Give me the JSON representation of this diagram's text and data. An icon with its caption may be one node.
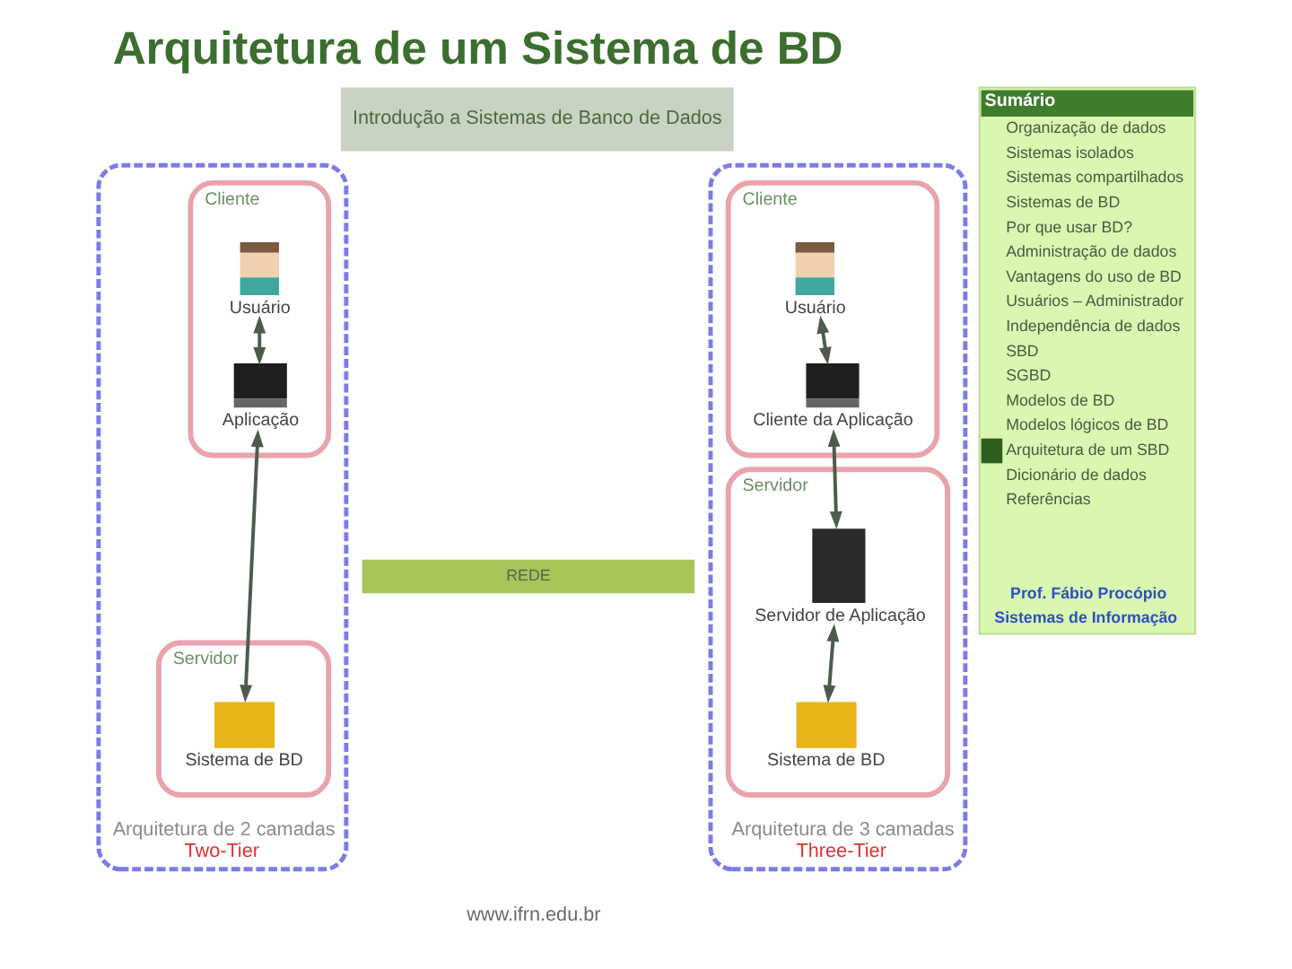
{
  "diagram": {
    "title": "Arquitetura de um Sistema de BD",
    "nodes": [
      {
        "text": [
          "Arquitetura de 2 camadas",
          "Two-Tier"
        ]
      },
      {
        "text": [
          "Cliente"
        ],
        "in": 0
      },
      {
        "text": [
          "Usuário"
        ],
        "in": 1
      },
      {
        "text": [
          "Aplicação"
        ],
        "in": 1
      },
      {
        "text": [
          "Servidor"
        ],
        "in": 0
      },
      {
        "text": [
          "Sistema de BD"
        ],
        "in": 4
      },
      {
        "text": [
          "Arquitetura de 3 camadas",
          "Three-Tier"
        ]
      },
      {
        "text": [
          "Cliente"
        ],
        "in": 6
      },
      {
        "text": [
          "Usuário"
        ],
        "in": 7
      },
      {
        "text": [
          "Cliente da Aplicação"
        ],
        "in": 7
      },
      {
        "text": [
          "Servidor"
        ],
        "in": 6
      },
      {
        "text": [
          "Servidor de Aplicação"
        ],
        "in": 10
      },
      {
        "text": [
          "Sistema de BD"
        ],
        "in": 10
      },
      {
        "text": [
          "REDE"
        ]
      },
      {
        "text": [
          "Sumário",
          "Organização de dados",
          "Sistemas isolados",
          "Sistemas compartilhados",
          "Sistemas de BD",
          "Por que usar BD?",
          "Administração de dados",
          "Vantagens do uso de BD",
          "Usuários – Administrador",
          "Independência de dados",
          "SBD",
          "SGBD",
          "Modelos de BD",
          "Modelos lógicos de BD",
          "Arquitetura de um SBD",
          "Dicionário de dados",
          "Referências",
          "Prof. Fábio Procópio",
          "Sistemas de Informação"
        ]
      }
    ],
    "edges": [
      {
        "from": 2,
        "to": 3,
        "arrow": "both"
      },
      {
        "from": 3,
        "to": 5,
        "arrow": "both"
      },
      {
        "from": 8,
        "to": 9,
        "arrow": "both"
      },
      {
        "from": 9,
        "to": 11,
        "arrow": "both"
      },
      {
        "from": 11,
        "to": 12,
        "arrow": "both"
      }
    ],
    "labels": [
      "Introdução a Sistemas de Banco de Dados",
      "www.ifrn.edu.br"
    ]
  }
}
